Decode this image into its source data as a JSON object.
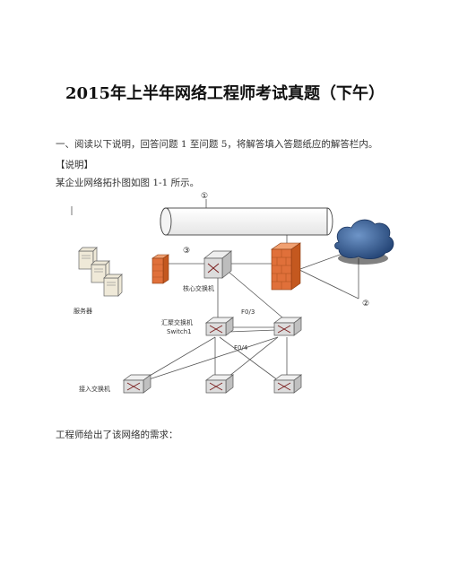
{
  "doc": {
    "title": "2015年上半年网络工程师考试真题（下午）",
    "intro": "一、阅读以下说明，回答问题 1 至问题 5，将解答填入答题纸应的解答栏内。",
    "note_heading": "【说明】",
    "figure_caption": "某企业网络拓扑图如图 1-1 所示。",
    "after_text": "工程师给出了该网络的需求："
  },
  "diagram": {
    "markers": [
      "①",
      "②",
      "③"
    ],
    "labels": {
      "core_switch": "核心交换机",
      "servers": "服务器",
      "aggregation_switch_line1": "汇聚交换机",
      "aggregation_switch_line2": "Switch1",
      "port_f03": "F0/3",
      "port_f04": "F0/4",
      "access_switch": "接入交换机"
    },
    "icons": [
      "server-icon",
      "firewall-icon",
      "switch-icon",
      "cloud-icon"
    ],
    "colors": {
      "firewall": "#e0703a",
      "cloud": "#2f5d9a",
      "switch": "#d8d8d8",
      "link": "#555555"
    }
  }
}
